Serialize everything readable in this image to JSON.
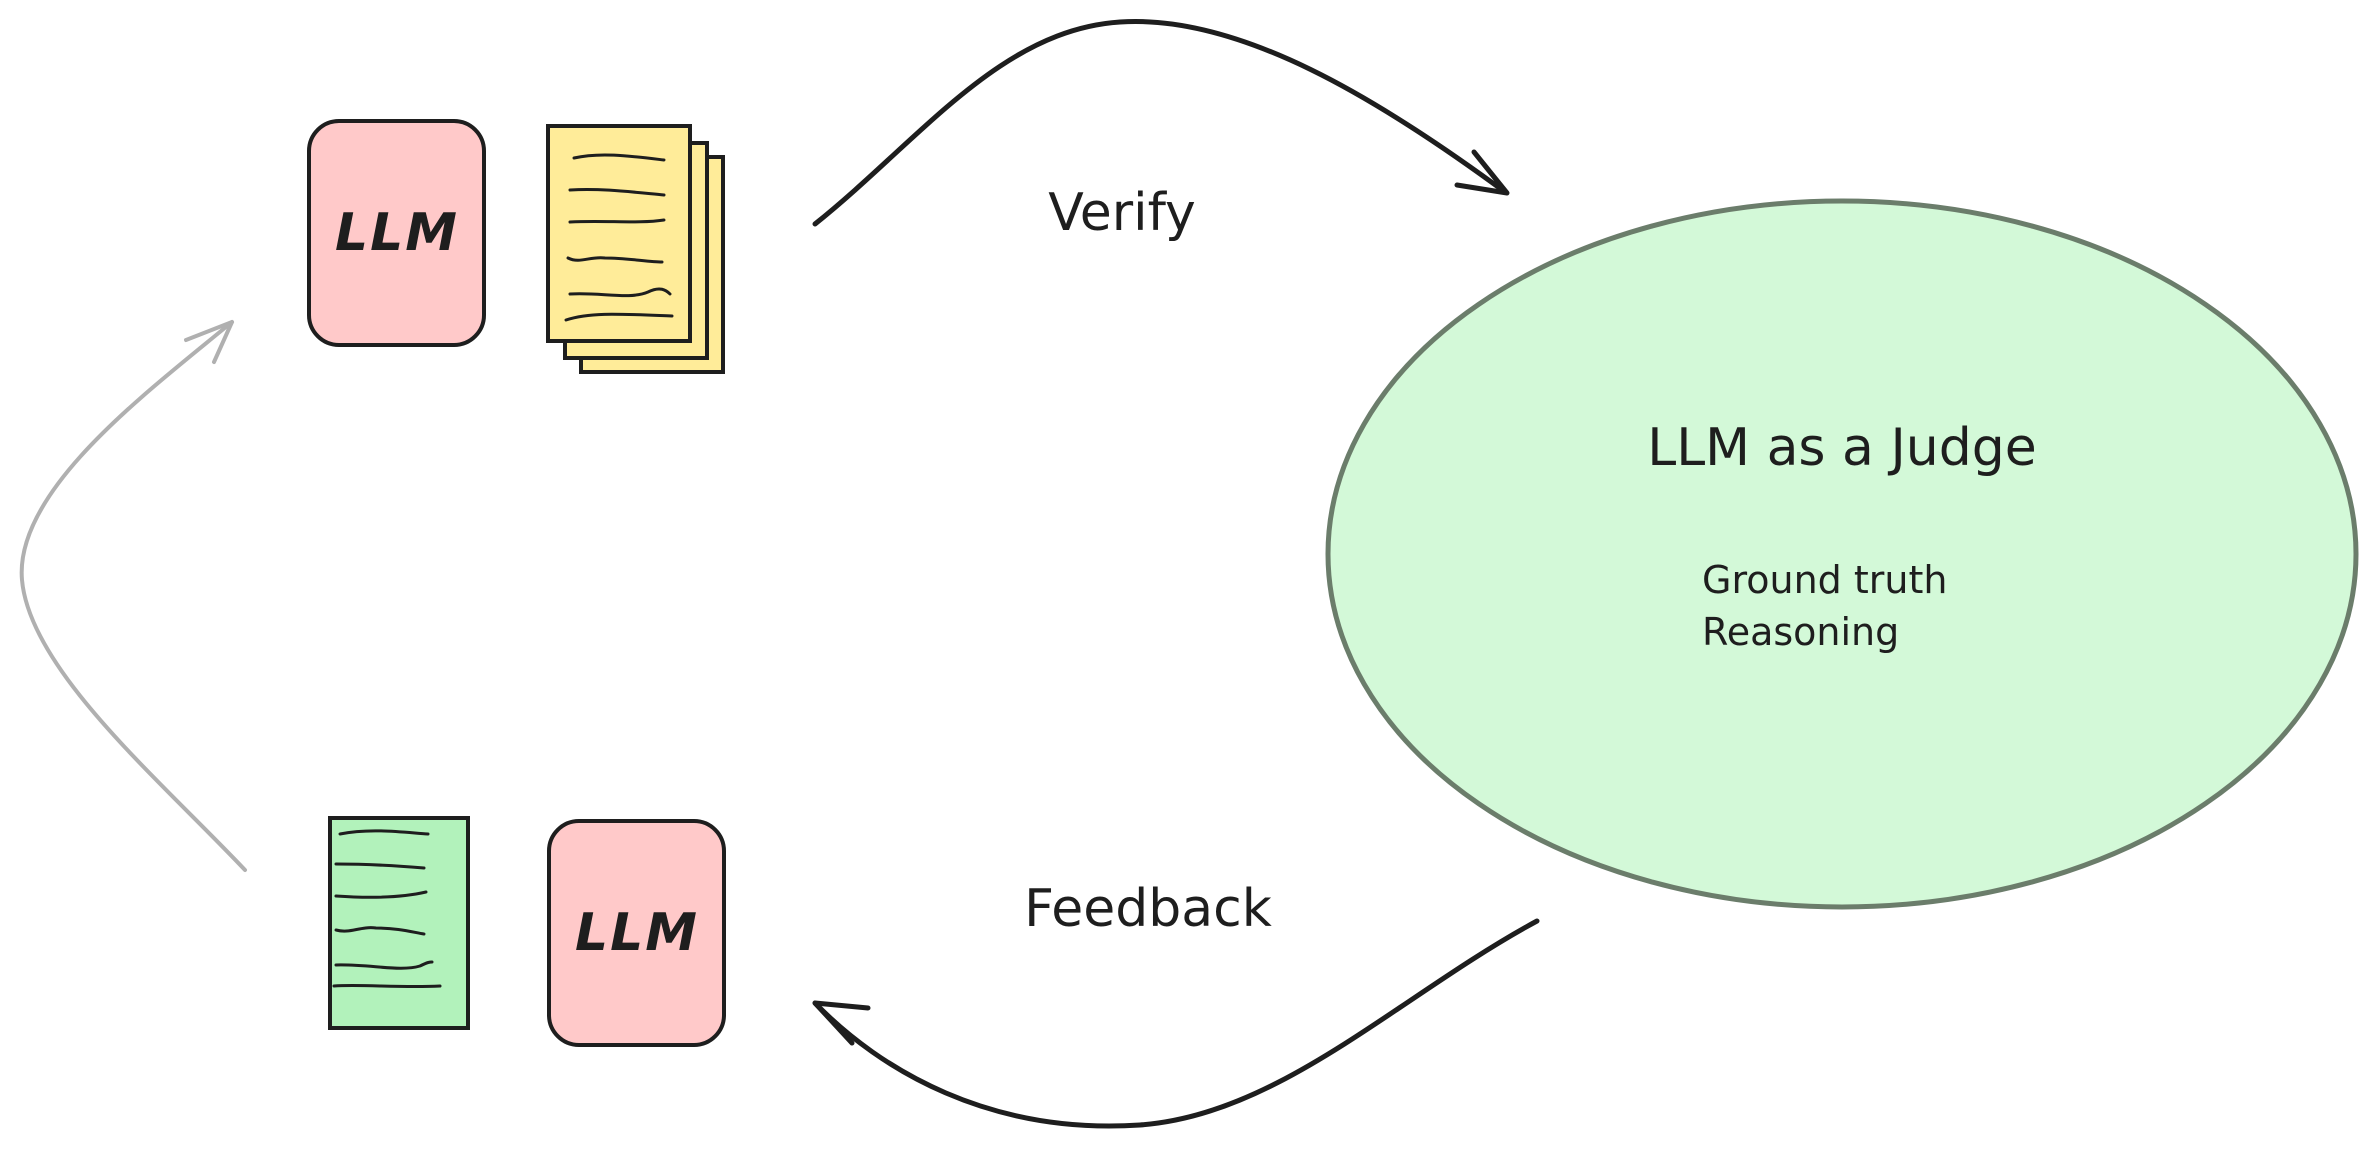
{
  "nodes": {
    "generator_llm": {
      "label": "LLM"
    },
    "judge": {
      "title": "LLM as a Judge",
      "lines": [
        "Ground truth",
        "Reasoning"
      ]
    },
    "refiner_llm": {
      "label": "LLM"
    }
  },
  "edges": {
    "verify": {
      "label": "Verify"
    },
    "feedback": {
      "label": "Feedback"
    }
  },
  "colors": {
    "llm_fill": "#ffc9c9",
    "docs_fill": "#ffec99",
    "feedback_doc_fill": "#b2f2bb",
    "judge_fill": "#d3f9d8",
    "judge_stroke": "#6b7d6b",
    "stroke": "#1e1e1e",
    "loop_arrow": "#b0b0b0"
  }
}
